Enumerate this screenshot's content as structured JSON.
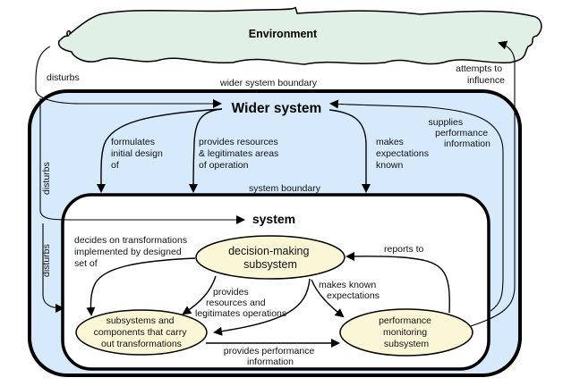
{
  "colors": {
    "environment_fill": "#e1f0e4",
    "wider_system_fill": "#d6eafc",
    "system_fill": "#ffffff",
    "subsystem_fill": "#fbf6d6",
    "stroke": "#000000"
  },
  "environment": {
    "label": "Environment"
  },
  "wider_system": {
    "label": "Wider system",
    "boundary_label": "wider system boundary"
  },
  "system": {
    "label": "system",
    "boundary_label": "system boundary"
  },
  "nodes": {
    "decision_making": [
      "decision-making",
      "subsystem"
    ],
    "transformations": [
      "subsystems and",
      "components that carry",
      "out transformations"
    ],
    "performance_monitoring": [
      "performance",
      "monitoring",
      "subsystem"
    ]
  },
  "edges": {
    "env_disturbs_wider": "disturbs",
    "env_disturbs_system": "disturbs",
    "env_disturbs_transform": "disturbs",
    "system_attempts_influence": [
      "attempts to",
      "influence"
    ],
    "wider_formulates_design": [
      "formulates",
      "initial design",
      "of"
    ],
    "wider_provides_resources": [
      "provides resources",
      "& legitimates areas",
      "of operation"
    ],
    "wider_makes_expectations": [
      "makes",
      "expectations",
      "known"
    ],
    "monitor_supplies_info": [
      "supplies",
      "performance",
      "information"
    ],
    "decides_on_transformations": [
      "decides on transformations",
      "implemented by designed",
      "set of"
    ],
    "dm_provides_resources": [
      "provides",
      "resources and",
      "legitimates operations"
    ],
    "dm_makes_known_expectations": [
      "makes known",
      "expectations"
    ],
    "monitor_reports_to": "reports to",
    "transform_provides_performance": [
      "provides performance",
      "information"
    ]
  }
}
